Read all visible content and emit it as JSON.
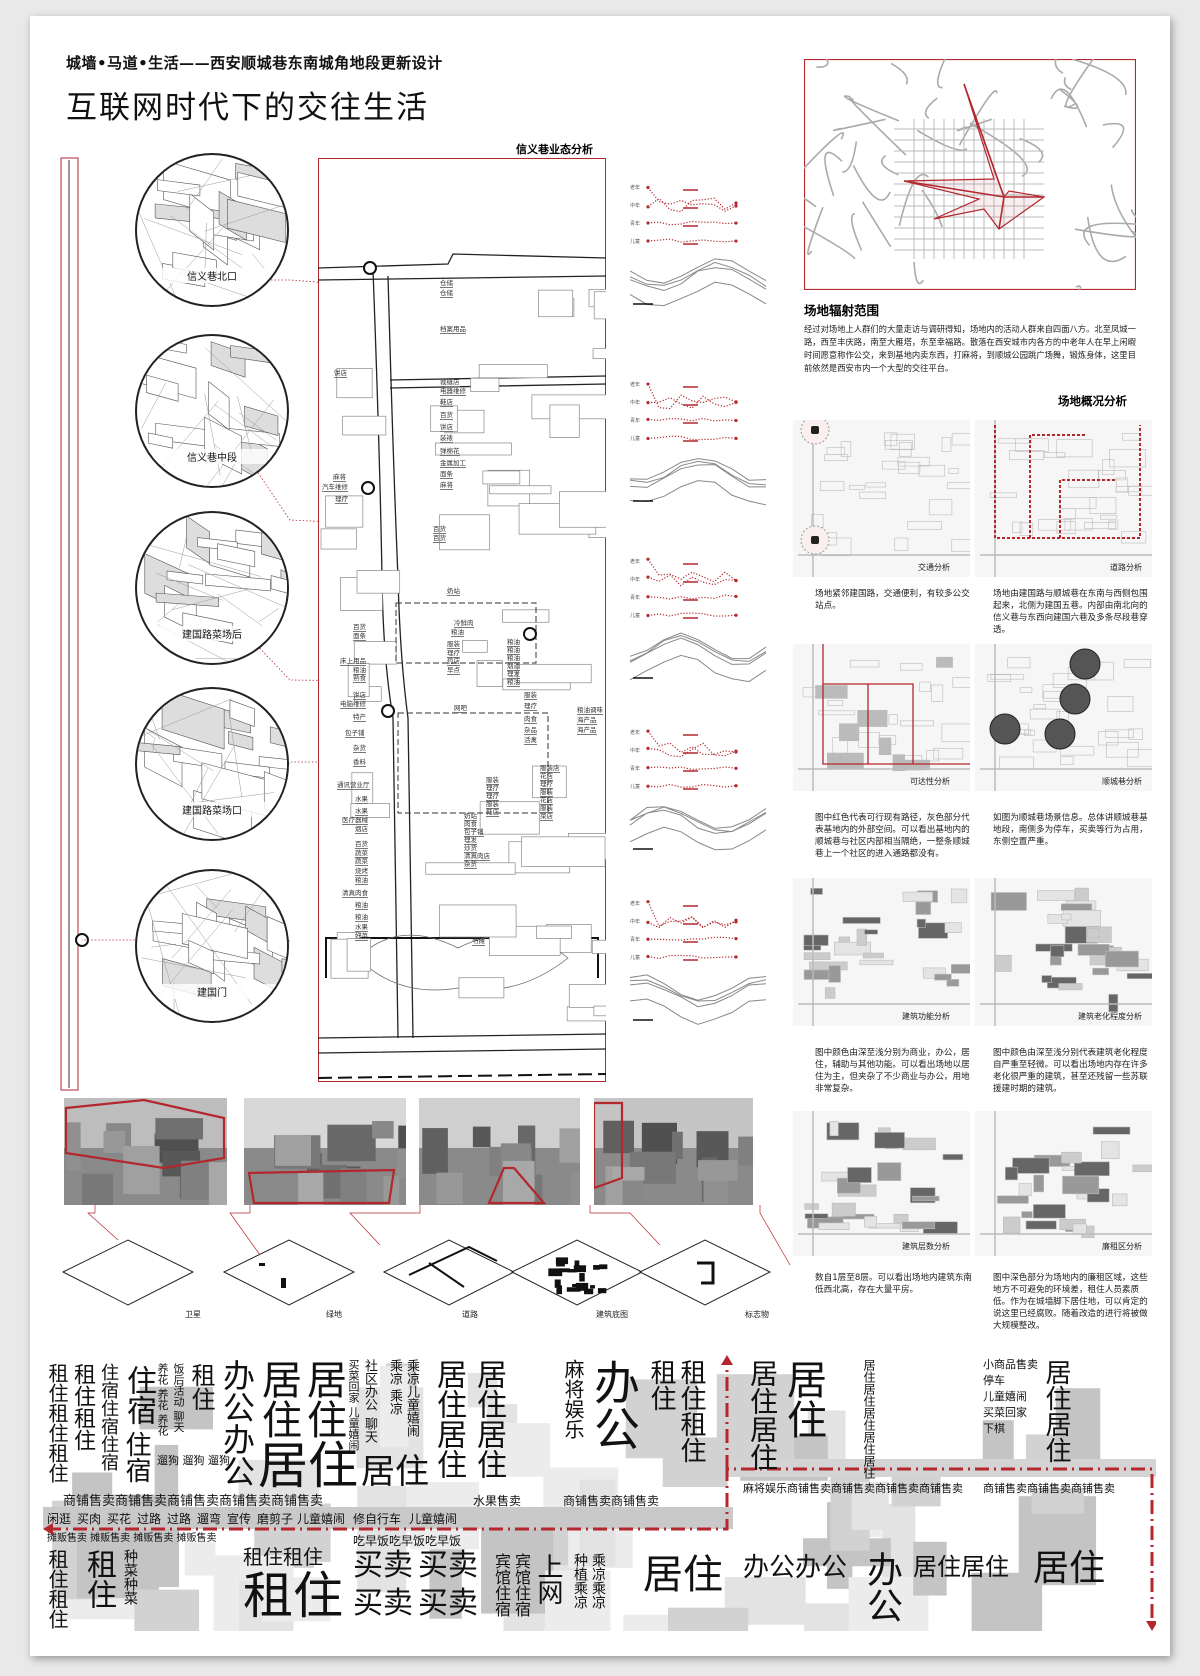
{
  "header": {
    "series_title": "城墙•马道•生活——西安顺城巷东南城角地段更新设计",
    "main_title": "互联网时代下的交往生活"
  },
  "street_views": [
    "信义巷北口",
    "信义巷中段",
    "建国路菜场后",
    "建国路菜场口",
    "建国门"
  ],
  "plan": {
    "title": "信义巷业态分析",
    "shop_labels": [
      "仓储",
      "仓储",
      "档案用品",
      "饼店",
      "裁缝店",
      "电器维修",
      "鞋店",
      "百货",
      "饼店",
      "装裱",
      "弹棉花",
      "金属加工",
      "面条",
      "麻将",
      "麻将",
      "汽车维修",
      "理疗",
      "百货",
      "百货",
      "奶站",
      "冷鲜肉",
      "粮油",
      "百货",
      "面条",
      "床上用品",
      "粮油",
      "熟食",
      "服装",
      "理疗",
      "药店",
      "早点",
      "粮油",
      "粮油",
      "粮油",
      "烟酒",
      "理发",
      "粮油",
      "饼店",
      "电脑维修",
      "特产",
      "包子铺",
      "杂货",
      "香料",
      "网吧",
      "服装",
      "理疗",
      "肉食",
      "杂品",
      "活禽",
      "粮油调味",
      "海产品",
      "海产品",
      "通讯营业厅",
      "水果",
      "水果",
      "医疗器械",
      "烟店",
      "百货",
      "蔬菜",
      "蔬菜",
      "烧烤",
      "粮油",
      "清真肉食",
      "粮油",
      "粮油",
      "水果",
      "好菜",
      "服装",
      "理疗",
      "理疗",
      "服装",
      "鞋店",
      "服装店",
      "花店",
      "理疗",
      "服装",
      "花店",
      "服装",
      "菜店",
      "奶站",
      "肉食",
      "包子铺",
      "理发",
      "炒货",
      "清真肉店",
      "杂货",
      "书摊"
    ]
  },
  "flow_charts": {
    "age_groups": [
      "老年",
      "中年",
      "青年",
      "儿童"
    ]
  },
  "radiation": {
    "title": "场地辐射范围",
    "text": "经过对场地上人群们的大量走访与调研得知，场地内的活动人群来自四面八方。北至凤城一路，西至丰庆路，南至大雁塔，东至幸福路。散落在西安城市内各方的中老年人在早上闲暇时间愿意称作公交，来到基地内卖东西，打麻将，到顺城公园跳广场舞，锻炼身体，这里目前依然是西安市内一个大型的交往平台。"
  },
  "site_analysis": {
    "title": "场地概况分析",
    "panels": [
      {
        "label": "交通分析",
        "text": "场地紧邻建国路，交通便利，有较多公交站点。"
      },
      {
        "label": "道路分析",
        "text": "场地由建国路与顺城巷在东南与西侧包围起来，北侧为建国五巷。内部由南北向的信义巷与东西向建国六巷及多条尽段巷穿透。"
      },
      {
        "label": "可达性分析",
        "text": "图中红色代表可行现有路径，灰色部分代表基地内的外部空间。可以看出基地内的顺城巷与社区内部相当隔绝，一整条顺城巷上一个社区的进入通路都没有。"
      },
      {
        "label": "顺城巷分析",
        "text": "如图为顺城巷场景信息。总体讲顺城巷基地段，南侧多为停车，买卖等行为占用，东侧空置严重。"
      },
      {
        "label": "建筑功能分析",
        "text": "图中颜色由深至浅分别为商业，办公，居住，辅助与其他功能。可以看出场地以居住为主，但夹杂了不少商业与办公，用地非常复杂。"
      },
      {
        "label": "建筑老化程度分析",
        "text": "图中颜色由深至浅分别代表建筑老化程度自严重至轻微。可以看出场地内存在许多老化很严重的建筑，甚至还残留一些苏联援建时期的建筑。"
      },
      {
        "label": "建筑层数分析",
        "text": "数自1层至8层。可以看出场地内建筑东南低西北高，存在大量平房。"
      },
      {
        "label": "廉租区分析",
        "text": "图中深色部分为场地内的廉租区域，这些地方不可避免的环境差，租住人员素质低。作为在城墙脚下居住地，可以肯定的说这里已经腐败。随着改造的进行将被做大规模整改。"
      }
    ]
  },
  "layers": {
    "labels": [
      "卫星",
      "绿地",
      "道路",
      "建筑底图",
      "标志物"
    ]
  },
  "word_map": {
    "words": [
      "租住租住租住",
      "租住租住",
      "住宿住宿住宿",
      "住宿",
      "养花 养花 养花",
      "住宿",
      "饭后活动 聊天",
      "租住",
      "遛狗 遛狗 遛狗",
      "办公办公",
      "居住",
      "居住",
      "居住",
      "居住",
      "买菜回家 儿童嬉闹",
      "社区办公",
      "聊天",
      "居住居住",
      "乘凉 乘凉",
      "乘凉儿童嬉闹",
      "商铺售卖商铺售卖商铺售卖商铺售卖商铺售卖",
      "宣传",
      "磨剪子",
      "儿童嬉闹",
      "儿童嬉闹",
      "修自行车",
      "水果售卖",
      "过路",
      "闲逛",
      "买肉",
      "买花",
      "过路",
      "遛弯",
      "摊贩售卖 摊贩售卖 摊贩售卖 摊贩售卖",
      "吃早饭吃早饭吃早饭",
      "商铺售卖商铺售卖",
      "租住租住",
      "租住",
      "租住",
      "租住租住",
      "种菜种菜",
      "买卖",
      "买卖",
      "买卖",
      "买卖",
      "宾馆住宿",
      "宾馆住宿",
      "上网",
      "居住居住",
      "居住",
      "种植乘凉",
      "乘凉乘凉",
      "居住",
      "办公办公",
      "办公",
      "麻将娱乐",
      "麻将娱乐商铺售卖商铺售卖商铺售卖商铺售卖",
      "办公",
      "租住",
      "租住租住",
      "居住居住",
      "居住",
      "居住居住",
      "居住居住居住居住居住",
      "商铺售卖商铺售卖商铺售卖",
      "小商品售卖",
      "停车",
      "儿童嬉闹",
      "买菜回家",
      "居住居住",
      "下棋"
    ]
  },
  "colors": {
    "accent": "#b3272d",
    "text": "#111111",
    "gray": "#c8c8c8"
  }
}
